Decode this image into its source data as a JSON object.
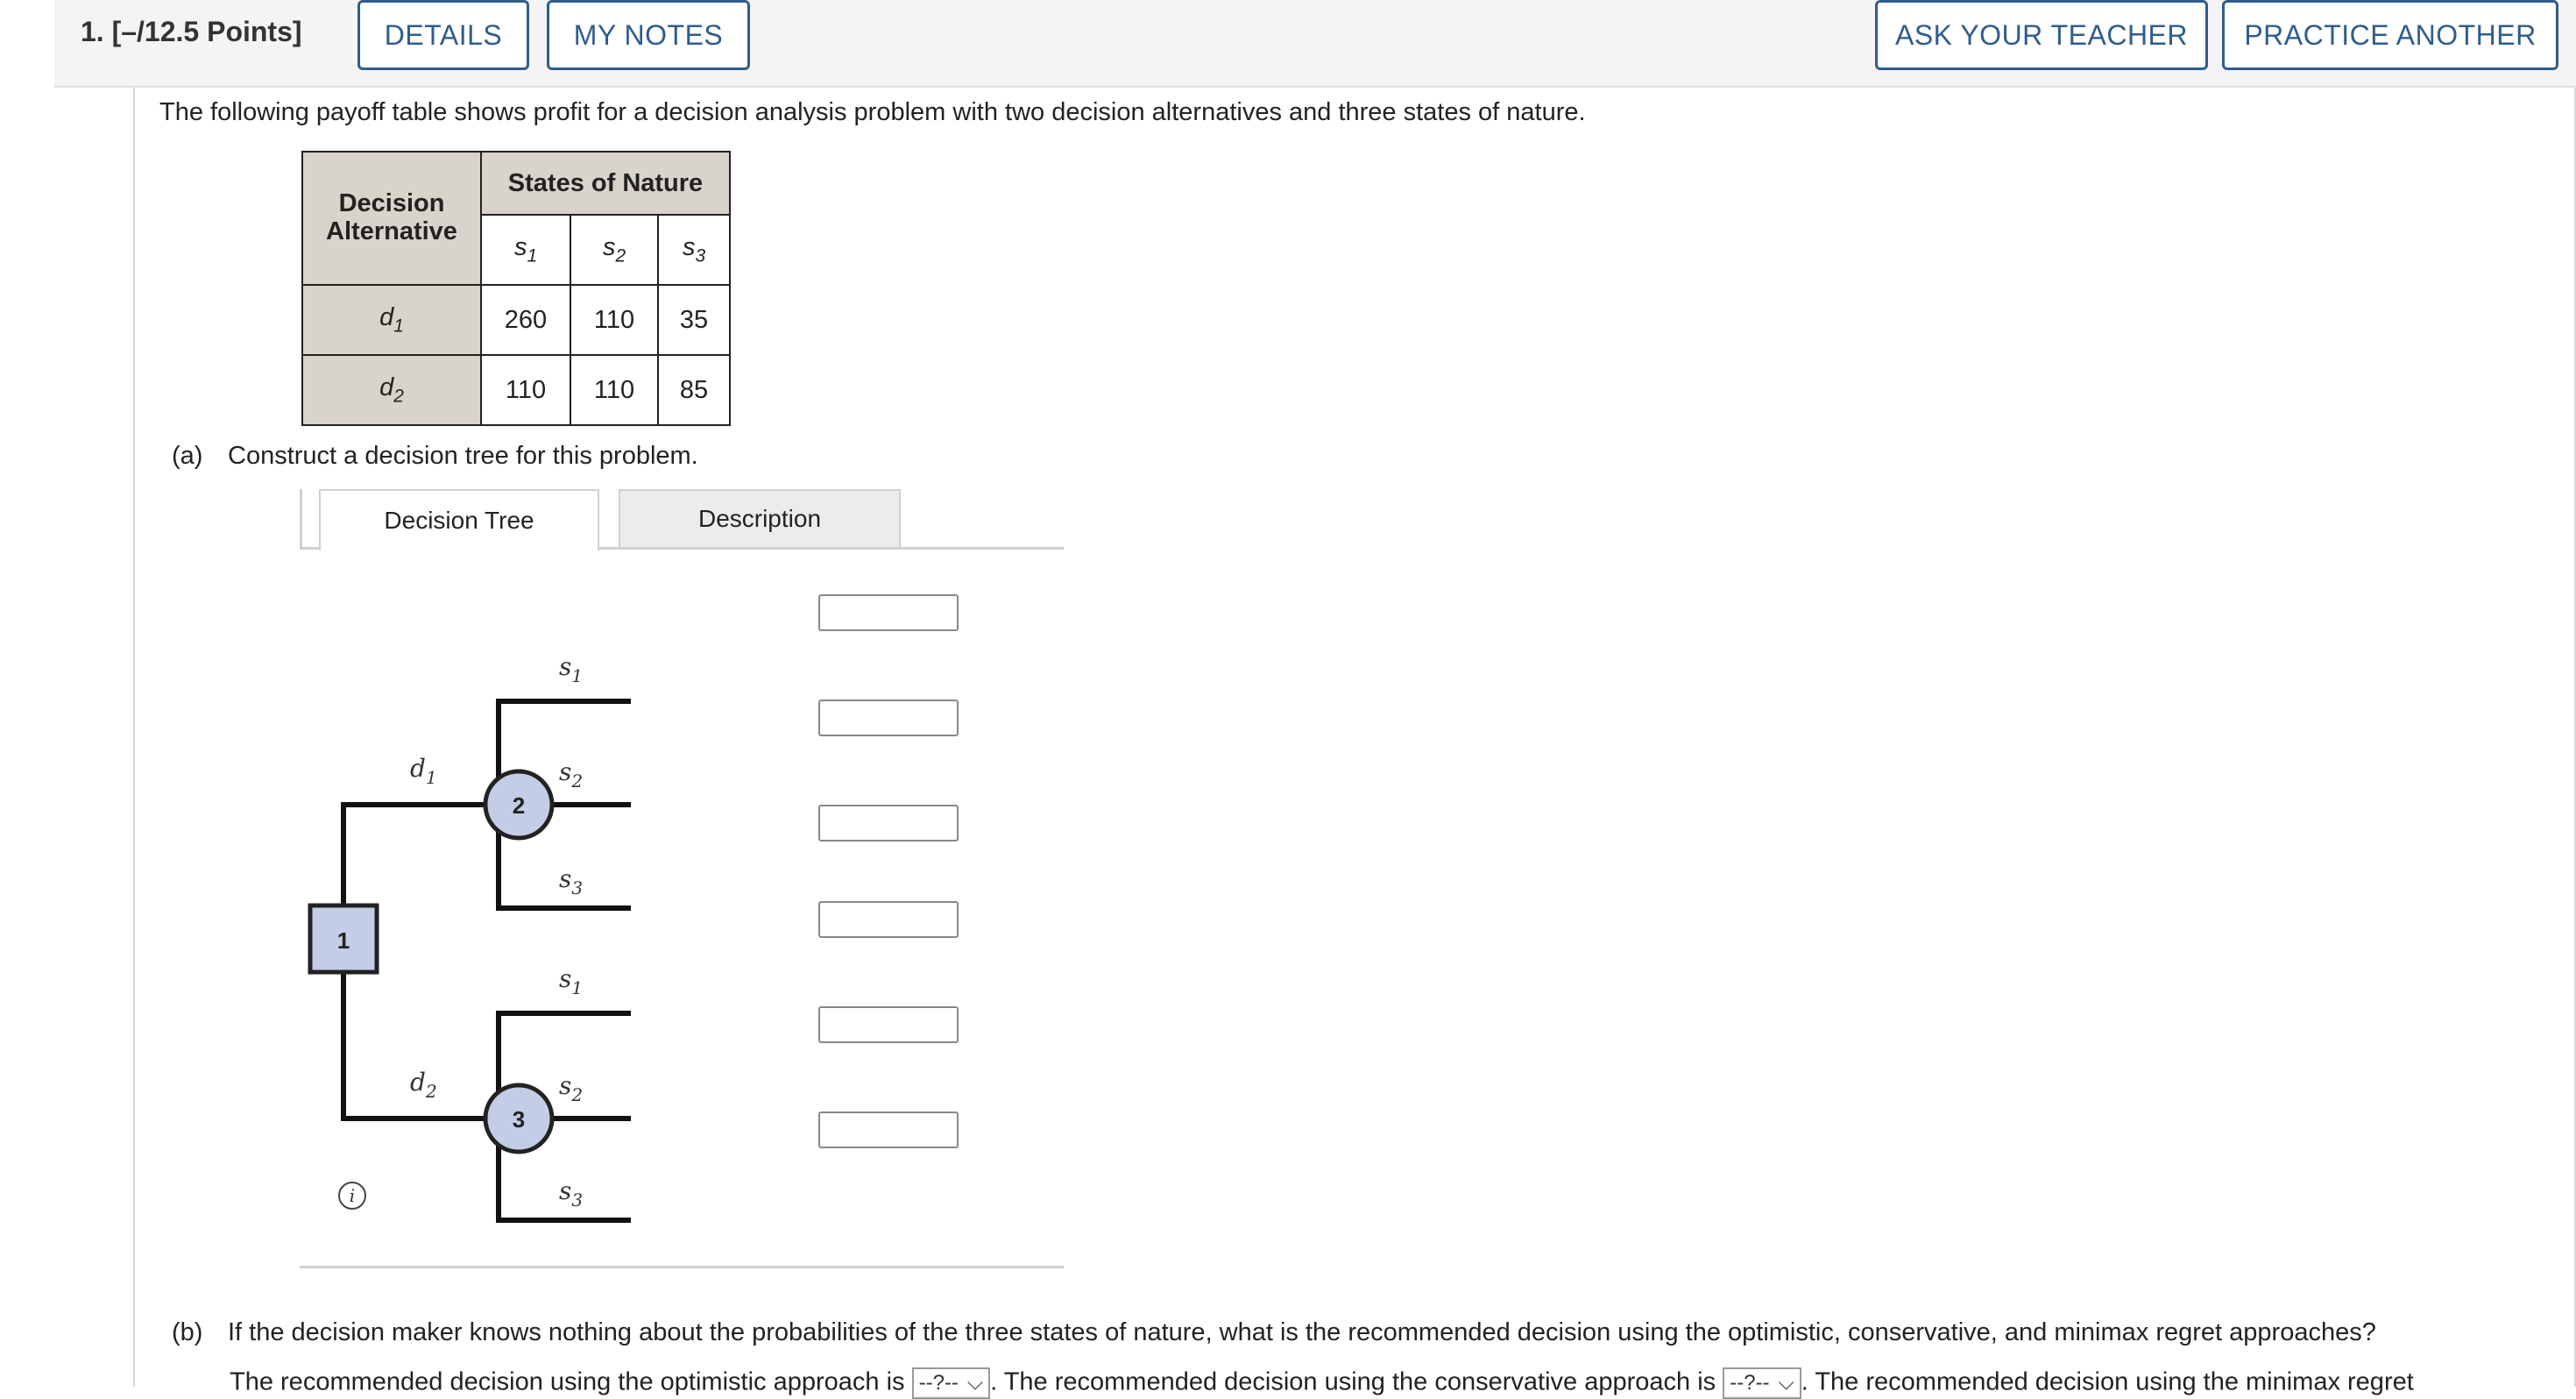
{
  "header": {
    "question_label": "1.  [–/12.5 Points]",
    "details_label": "DETAILS",
    "my_notes_label": "MY NOTES",
    "ask_teacher_label": "ASK YOUR TEACHER",
    "practice_another_label": "PRACTICE ANOTHER"
  },
  "intro_text": "The following payoff table shows profit for a decision analysis problem with two decision alternatives and three states of nature.",
  "payoff_table": {
    "decision_header": "Decision Alternative",
    "states_header": "States of Nature",
    "state_labels": [
      "s",
      "s",
      "s"
    ],
    "state_subs": [
      "1",
      "2",
      "3"
    ],
    "rows": [
      {
        "label": "d",
        "sub": "1",
        "values": [
          "260",
          "110",
          "35"
        ]
      },
      {
        "label": "d",
        "sub": "2",
        "values": [
          "110",
          "110",
          "85"
        ]
      }
    ]
  },
  "part_a": {
    "label": "(a)",
    "text": "Construct a decision tree for this problem.",
    "tabs": [
      "Decision Tree",
      "Description"
    ]
  },
  "tree": {
    "decision_node": "1",
    "chance_nodes": [
      "2",
      "3"
    ],
    "branches": {
      "d1": {
        "label": "d",
        "sub": "1"
      },
      "d2": {
        "label": "d",
        "sub": "2"
      },
      "states": [
        "1",
        "2",
        "3"
      ]
    },
    "payoff_inputs": [
      "",
      "",
      "",
      "",
      "",
      ""
    ]
  },
  "part_b": {
    "label": "(b)",
    "question": "If the decision maker knows nothing about the probabilities of the three states of nature, what is the recommended decision using the optimistic, conservative, and minimax regret approaches?",
    "optimistic_prefix": "The recommended decision using the optimistic approach is",
    "conservative_prefix": ". The recommended decision using the conservative approach is",
    "minimax_prefix": ". The recommended decision using the minimax regret",
    "select_placeholder": "--?--"
  },
  "colors": {
    "button_border": "#2f5d8c",
    "node_fill": "#c3cde6",
    "table_header_fill": "#d8d3cb"
  }
}
